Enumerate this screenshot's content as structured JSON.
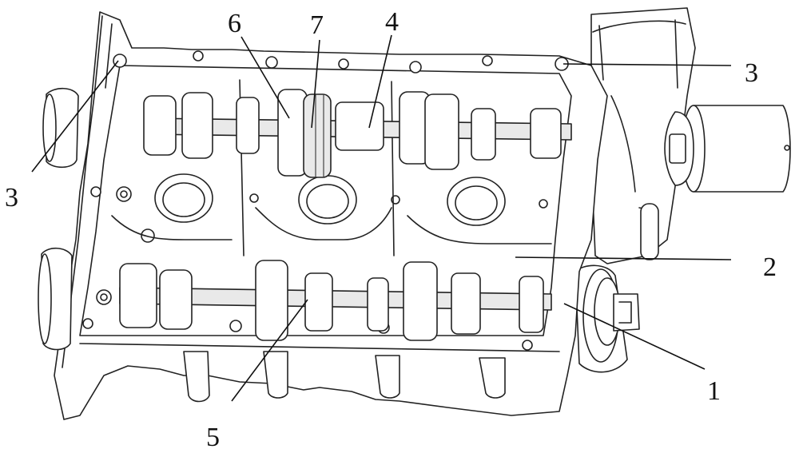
{
  "labels": {
    "l1": "1",
    "l2": "2",
    "l3_left": "3",
    "l3_right": "3",
    "l4": "4",
    "l5": "5",
    "l6": "6",
    "l7": "7"
  },
  "colors": {
    "line": "#222222",
    "background": "#ffffff",
    "shade": "#e9e9e9"
  }
}
